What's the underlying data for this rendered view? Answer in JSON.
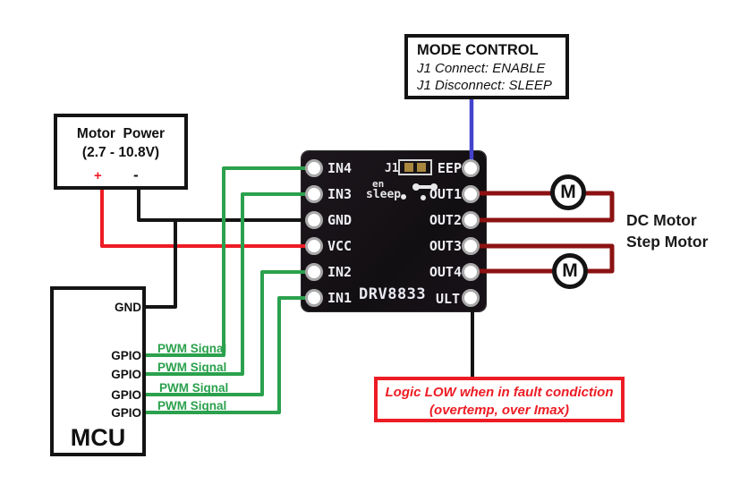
{
  "mode_control": {
    "title": "MODE CONTROL",
    "lines": [
      "J1 Connect: ENABLE",
      "J1 Disconnect: SLEEP"
    ]
  },
  "motor_power": {
    "title": "Motor  Power",
    "range": "(2.7 - 10.8V)",
    "plus": "+",
    "minus": "-"
  },
  "mcu": {
    "title": "MCU",
    "gnd_pin": "GND",
    "gpio_pins": [
      "GPIO",
      "GPIO",
      "GPIO",
      "GPIO"
    ]
  },
  "pwm_labels": [
    "PWM Signal",
    "PWM Signal",
    "PWM Signal",
    "PWM Signal"
  ],
  "board": {
    "chip_name": "DRV8833",
    "left_pins": [
      "IN4",
      "IN3",
      "GND",
      "VCC",
      "IN2",
      "IN1"
    ],
    "right_pins": [
      "EEP",
      "OUT1",
      "OUT2",
      "OUT3",
      "OUT4"
    ],
    "fault_pin": "ULT",
    "jumper_label": "J1",
    "mode_en": "en",
    "mode_sleep": "sleep"
  },
  "motors": {
    "symbol": "M",
    "caption": [
      "DC Motor",
      "Step Motor"
    ]
  },
  "fault_note": {
    "lines": [
      "Logic LOW when in fault condiction",
      "(overtemp, over Imax)"
    ]
  },
  "colors": {
    "pwm_wire": "#2BA14D",
    "power_wire": "#ED1C24",
    "ground_wire": "#141414",
    "motor_wire": "#8C1212",
    "mode_wire": "#4343CE",
    "fault_accent": "#ED1C24"
  }
}
